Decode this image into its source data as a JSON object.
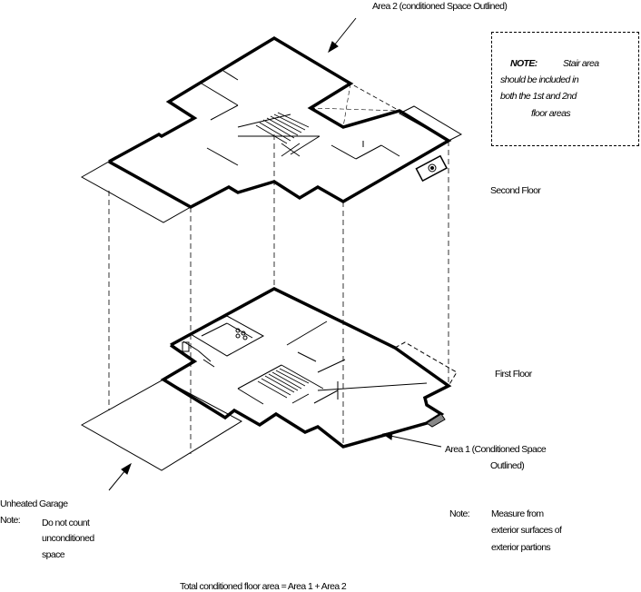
{
  "labels": {
    "area2": "Area 2 (conditioned Space Outlined)",
    "second_floor": "Second Floor",
    "first_floor": "First Floor",
    "area1_line1": "Area 1 (Conditioned Space",
    "area1_line2": "Outlined)",
    "garage_title": "Unheated Garage",
    "garage_note_label": "Note:",
    "garage_note_line1": "Do not count",
    "garage_note_line2": "unconditioned",
    "garage_note_line3": "space",
    "measure_note_label": "Note:",
    "measure_line1": "Measure from",
    "measure_line2": "exterior surfaces of",
    "measure_line3": "exterior partions",
    "total": "Total conditioned floor area = Area 1 + Area 2"
  },
  "note_box": {
    "heading": "NOTE:",
    "line1_tail": "Stair area",
    "line2": "should be included in",
    "line3": "both the 1st and 2nd",
    "line4": "floor areas"
  }
}
